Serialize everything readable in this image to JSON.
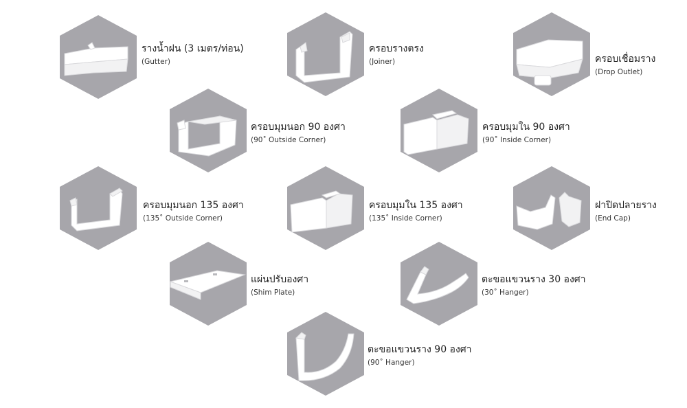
{
  "products": [
    {
      "th": "รางน้ำฝน (3 เมตร/ท่อน)",
      "en": "(Gutter)"
    },
    {
      "th": "ครอบรางตรง",
      "en": "(Joiner)"
    },
    {
      "th": "ครอบเชื่อมราง",
      "en": "(Drop Outlet)"
    },
    {
      "th": "ครอบมุมนอก 90 องศา",
      "en": "(90˚ Outside Corner)"
    },
    {
      "th": "ครอบมุมใน 90 องศา",
      "en": "(90˚ Inside Corner)"
    },
    {
      "th": "ครอบมุมนอก 135 องศา",
      "en": "(135˚ Outside Corner)"
    },
    {
      "th": "ครอบมุมใน 135 องศา",
      "en": "(135˚ Inside Corner)"
    },
    {
      "th": "ฝาปิดปลายราง",
      "en": "(End Cap)"
    },
    {
      "th": "แผ่นปรับองศา",
      "en": "(Shim Plate)"
    },
    {
      "th": "ตะขอแขวนราง 30 องศา",
      "en": "(30˚ Hanger)"
    },
    {
      "th": "ตะขอแขวนราง 90 องศา",
      "en": "(90˚ Hanger)"
    }
  ],
  "colors": {
    "hexagon": "#a7a6ab",
    "part": "#ffffff",
    "part_shade": "#e4e4e6"
  }
}
